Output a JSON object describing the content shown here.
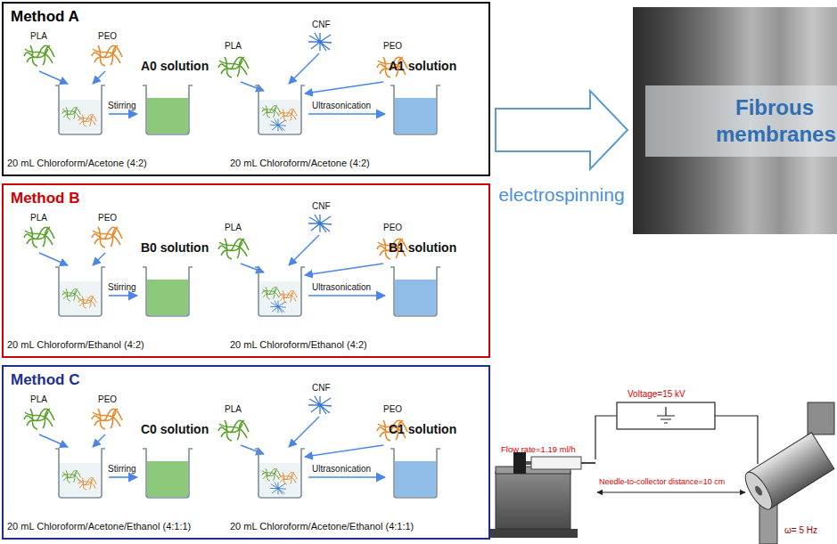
{
  "diagram": {
    "nodes": [
      {
        "text": [
          "Method A"
        ]
      },
      {
        "text": [
          "Method B"
        ]
      },
      {
        "text": [
          "Method C"
        ]
      },
      {
        "text": [
          "Fibrous membranes"
        ]
      }
    ],
    "edges": [
      {
        "from": 0,
        "to": 3,
        "arrow": "to",
        "label": "electrospinning"
      }
    ],
    "labels": [
      "PLA",
      "PEO",
      "A0 solution",
      "Stirring",
      "20 mL Chloroform/Acetone (4:2)",
      "PLA",
      "CNF",
      "PEO",
      "A1 solution",
      "Ultrasonication",
      "20 mL Chloroform/Acetone (4:2)",
      "PLA",
      "PEO",
      "B0 solution",
      "Stirring",
      "20 mL Chloroform/Ethanol (4:2)",
      "PLA",
      "CNF",
      "PEO",
      "B1 solution",
      "Ultrasonication",
      "20 mL Chloroform/Ethanol (4:2)",
      "PLA",
      "PEO",
      "C0 solution",
      "Stirring",
      "20 mL Chloroform/Acetone/Ethanol (4:1:1)",
      "PLA",
      "CNF",
      "PEO",
      "C1 solution",
      "Ultrasonication",
      "20 mL Chloroform/Acetone/Ethanol (4:1:1)",
      "Flow rate=1.19 ml/h",
      "Voltage=15 kV",
      "Needle-to-collector distance=10 cm",
      "ω= 5 Hz"
    ]
  }
}
